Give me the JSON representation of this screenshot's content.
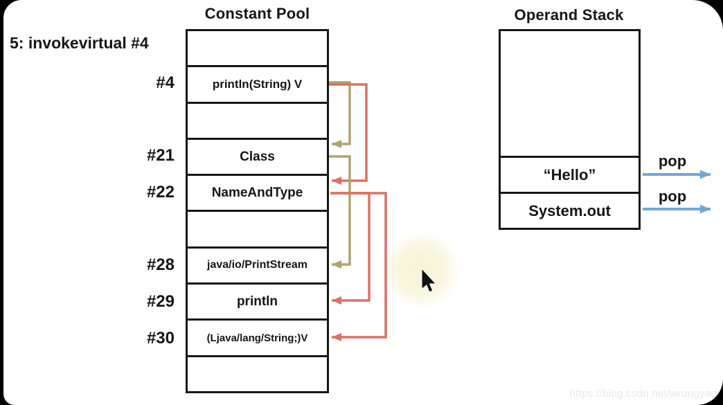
{
  "instruction": "5: invokevirtual #4",
  "constant_pool": {
    "title": "Constant Pool",
    "rows": [
      {
        "index": "",
        "text": ""
      },
      {
        "index": "#4",
        "text": "println(String) V"
      },
      {
        "index": "",
        "text": ""
      },
      {
        "index": "#21",
        "text": "Class"
      },
      {
        "index": "#22",
        "text": "NameAndType"
      },
      {
        "index": "",
        "text": ""
      },
      {
        "index": "#28",
        "text": "java/io/PrintStream"
      },
      {
        "index": "#29",
        "text": "println"
      },
      {
        "index": "#30",
        "text": "(Ljava/lang/String;)V"
      },
      {
        "index": "",
        "text": ""
      }
    ]
  },
  "operand_stack": {
    "title": "Operand Stack",
    "entries": [
      {
        "text": "“Hello”",
        "action": "pop"
      },
      {
        "text": "System.out",
        "action": "pop"
      }
    ]
  },
  "references": [
    {
      "from": "#4",
      "to": "#21",
      "color_key": "olive_arrow"
    },
    {
      "from": "#4",
      "to": "#22",
      "color_key": "red_arrow"
    },
    {
      "from": "#21",
      "to": "#28",
      "color_key": "olive_arrow"
    },
    {
      "from": "#22",
      "to": "#29",
      "color_key": "red_arrow"
    },
    {
      "from": "#22",
      "to": "#30",
      "color_key": "red_arrow"
    }
  ],
  "watermark": "https://blog.csdn.net/wrongyao",
  "colors": {
    "ink": "#161616",
    "slide_bg": "#ffffff",
    "frame_bg": "#000000",
    "olive_arrow": "#aea372",
    "red_arrow": "#dc7165",
    "blue_arrow": "#70a7d7",
    "highlight_glow": "#f8f4d8",
    "watermark_text": "#e7e8ec"
  }
}
